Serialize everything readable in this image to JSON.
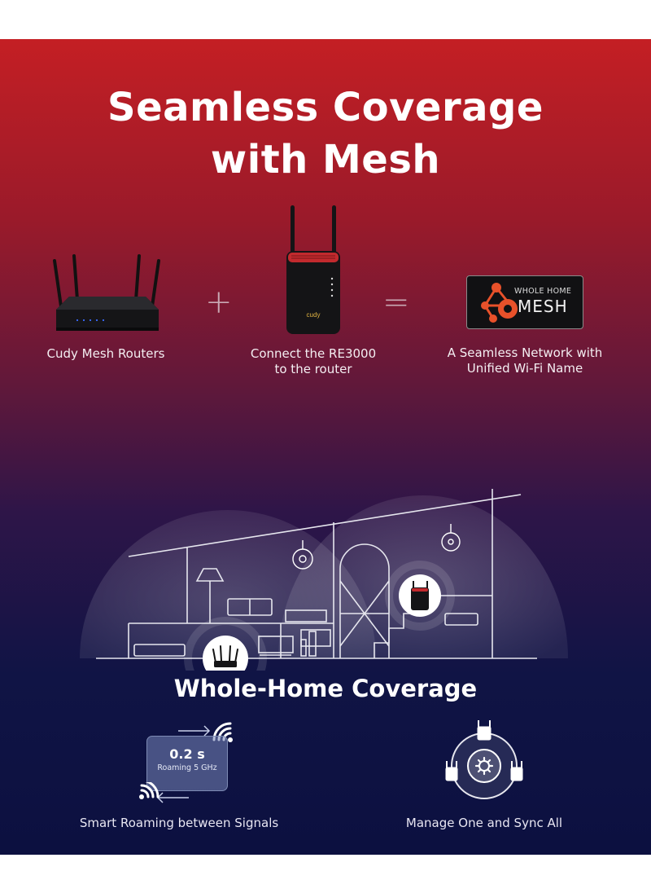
{
  "headline": {
    "line1": "Seamless Coverage",
    "line2": "with Mesh"
  },
  "products": {
    "router_caption": "Cudy Mesh Routers",
    "plus_sign": "+",
    "extender_caption_line1": "Connect the RE3000",
    "extender_caption_line2": "to the router",
    "equals_sign": "=",
    "mesh_badge_line1": "WHOLE HOME",
    "mesh_badge_line2": "MESH",
    "result_caption_line1": "A Seamless Network with",
    "result_caption_line2": "Unified Wi-Fi Name",
    "extender_brand": "cudy"
  },
  "coverage": {
    "title": "Whole-Home Coverage"
  },
  "features": {
    "roaming": {
      "value": "0.2 s",
      "label": "Roaming 5 GHz",
      "caption": "Smart Roaming between Signals"
    },
    "manage": {
      "caption": "Manage One and Sync All"
    }
  },
  "colors": {
    "top_red": "#c41f24",
    "bottom_navy": "#0c1040",
    "mesh_badge_orange": "#e8512a"
  }
}
